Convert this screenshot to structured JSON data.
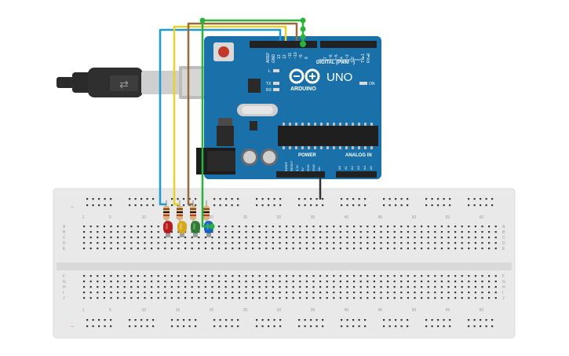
{
  "arduino": {
    "brand": "UNO",
    "maker": "ARDUINO",
    "digital_label": "DIGITAL (PWM ~)",
    "on_label": "ON",
    "power_label": "POWER",
    "analog_label": "ANALOG IN",
    "led_labels": [
      "L",
      "TX",
      "RX"
    ],
    "tx_rx_label": "TX▸1 RX◂0",
    "top_pin_labels": [
      "AREF",
      "GND",
      "13",
      "12",
      "~11",
      "~10",
      "~9",
      "8",
      "7",
      "~6",
      "~5",
      "4",
      "~3",
      "2",
      "TX▸1",
      "RX◂0"
    ],
    "power_pin_labels": [
      "IOREF",
      "RESET",
      "3.3V",
      "5V",
      "GND",
      "GND",
      "Vin"
    ],
    "analog_pin_labels": [
      "A0",
      "A1",
      "A2",
      "A3",
      "A4",
      "A5"
    ]
  },
  "breadboard": {
    "column_numbers": [
      "1",
      "5",
      "10",
      "15",
      "20",
      "25",
      "30",
      "35",
      "40",
      "45",
      "50",
      "55",
      "60"
    ],
    "row_letters_top": [
      "A",
      "B",
      "C",
      "D",
      "E"
    ],
    "row_letters_bottom": [
      "F",
      "G",
      "H",
      "I",
      "J"
    ],
    "rail_minus": "−",
    "rail_plus": "+"
  },
  "wire_colors": {
    "blue": "#1e9ad6",
    "yellow": "#e8d12a",
    "brown": "#9a6a3a",
    "green": "#28b33b",
    "black": "#333333"
  },
  "leds": [
    {
      "name": "red-led",
      "color": "#b71c1c"
    },
    {
      "name": "yellow-led",
      "color": "#d8a81c"
    },
    {
      "name": "green-led",
      "color": "#2e7d32"
    },
    {
      "name": "blue-led",
      "color": "#1565c0"
    }
  ]
}
